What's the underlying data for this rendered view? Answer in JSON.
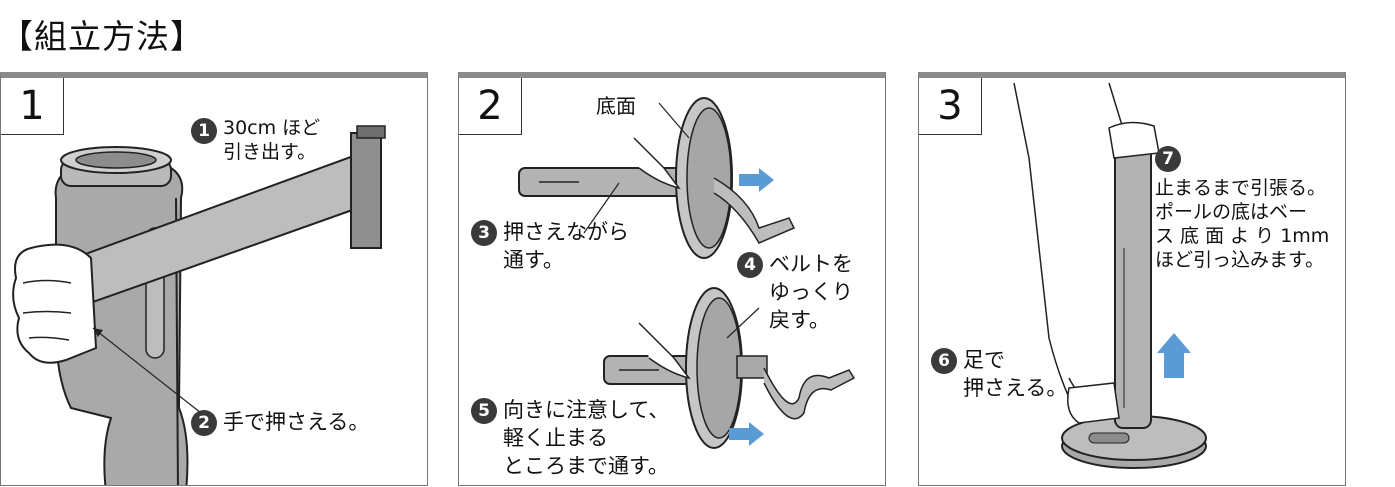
{
  "page_title": "【組立方法】",
  "panels": [
    {
      "number": "1",
      "steps": [
        {
          "badge": "1",
          "text": "30cm ほど\n引き出す。"
        },
        {
          "badge": "2",
          "text": "手で押さえる。"
        }
      ]
    },
    {
      "number": "2",
      "label_bottom": "底面",
      "steps": [
        {
          "badge": "3",
          "text": "押さえながら\n通す。"
        },
        {
          "badge": "4",
          "text": "ベルトを\nゆっくり\n戻す。"
        },
        {
          "badge": "5",
          "text": "向きに注意して、\n軽く止まる\nところまで通す。"
        }
      ]
    },
    {
      "number": "3",
      "steps": [
        {
          "badge": "7",
          "text": "止まるまで引張る。\nポールの底はベー\nス 底 面 よ り 1mm\nほど引っ込みます。"
        },
        {
          "badge": "6",
          "text": "足で\n押さえる。"
        }
      ]
    }
  ],
  "colors": {
    "arrow": "#5b9bd5",
    "part_gray": "#a9a9a9",
    "frame": "#8a8a8a"
  }
}
